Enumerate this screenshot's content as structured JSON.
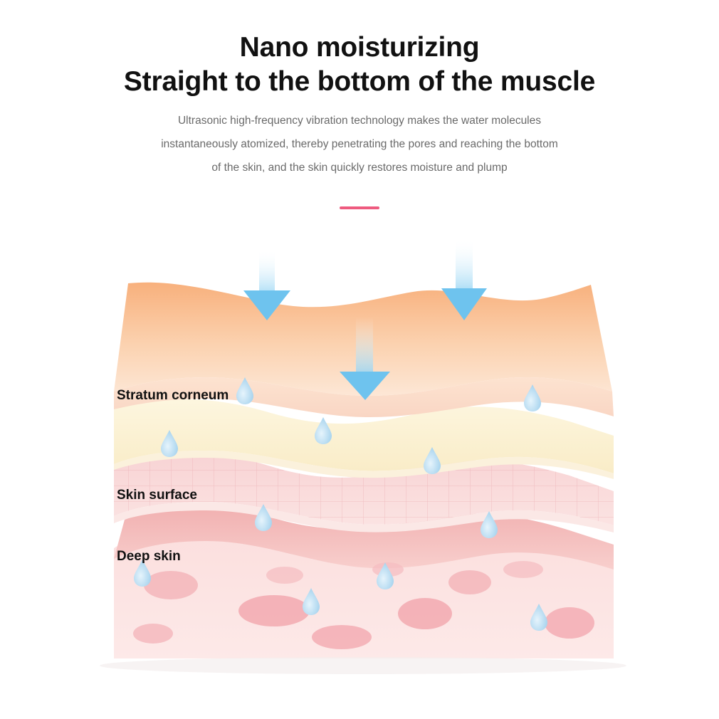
{
  "header": {
    "title_line_1": "Nano moisturizing",
    "title_line_2": "Straight to the bottom of the muscle",
    "description_lines": [
      "Ultrasonic high-frequency vibration technology makes the water molecules",
      "instantaneously atomized, thereby penetrating the pores and reaching the bottom",
      "of the skin, and the skin quickly restores moisture and plump"
    ],
    "accent_color": "#ee5b7f"
  },
  "layers": {
    "stratum_corneum": "Stratum corneum",
    "skin_surface": "Skin surface",
    "deep_skin": "Deep skin"
  },
  "colors": {
    "top_layer": "#f8b783",
    "second_layer": "#fbf1d0",
    "surface_layer": "#f9d9da",
    "deep_layer": "#f4bcbc",
    "droplet": "#b8dcf2",
    "arrow": "#6ec3ee"
  }
}
